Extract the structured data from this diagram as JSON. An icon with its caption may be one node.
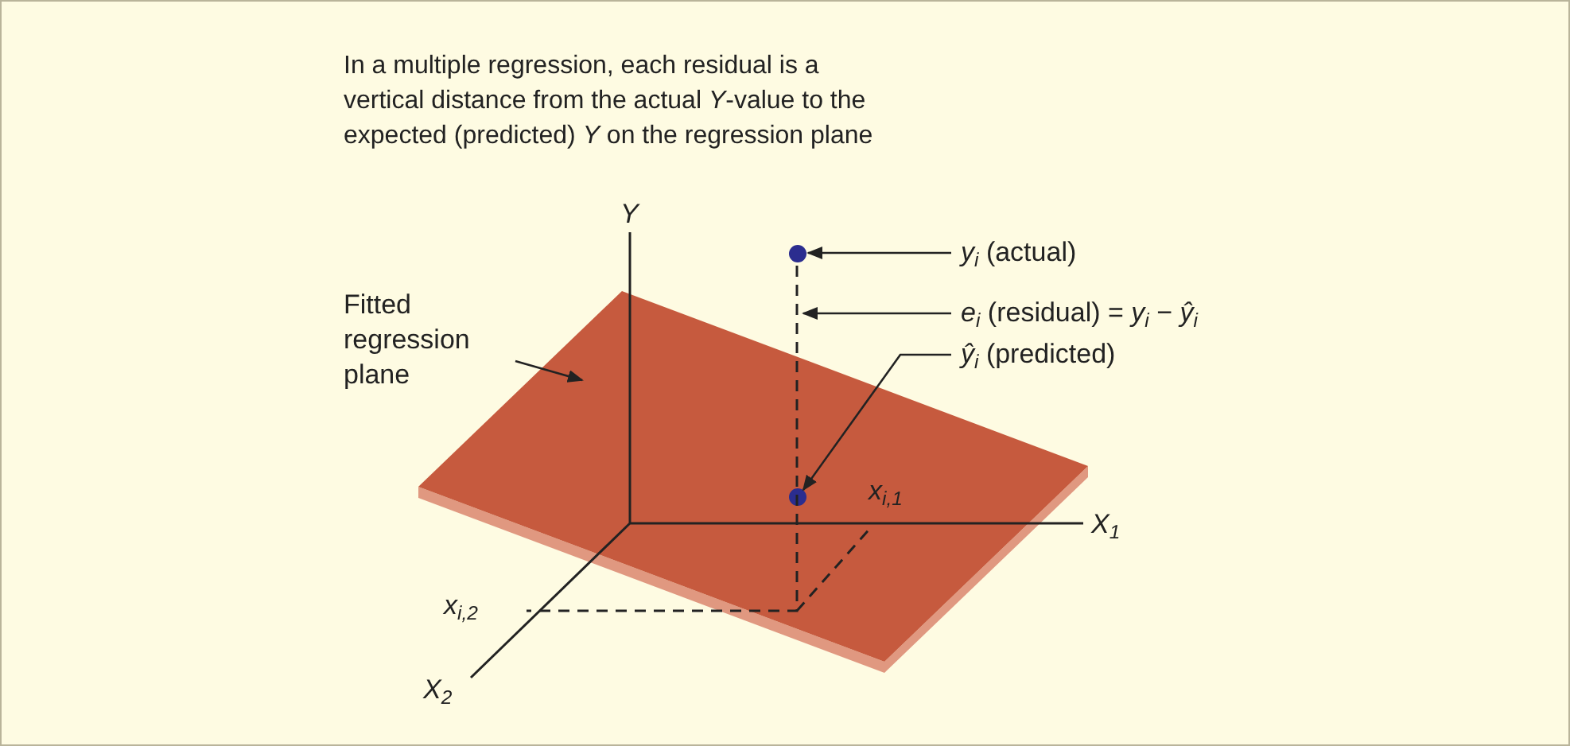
{
  "diagram": {
    "title": "In a multiple regression, each residual is a vertical distance from the actual *Y*-value to the expected (predicted) *Y* on the regression plane",
    "nodes": [
      {
        "text": [
          "Fitted regression plane"
        ]
      },
      {
        "text": [],
        "shape": "diamond"
      },
      {
        "text": [
          "*y*$_{i}$ (actual)"
        ]
      },
      {
        "text": [],
        "shape": "circle"
      },
      {
        "text": [
          "*e*$_{i}$ (residual) = *y*$_{i}$ − *ŷ*$_{i}$"
        ]
      },
      {
        "text": [
          "*ŷ*$_{i}$ (predicted)"
        ]
      },
      {
        "text": [],
        "shape": "circle",
        "in": 1
      }
    ],
    "edges": [
      {
        "from": 0,
        "to": 1,
        "arrow": "to"
      },
      {
        "from": 2,
        "to": 3,
        "arrow": "to"
      },
      {
        "from": 4,
        "to": null,
        "arrow": "to"
      },
      {
        "from": 5,
        "to": 6,
        "arrow": "to"
      }
    ],
    "labels": [
      "*Y*",
      "*X*$_{1}$",
      "*X*$_{2}$",
      "*x*$_{i,1}$",
      "*x*$_{i,2}$"
    ]
  }
}
